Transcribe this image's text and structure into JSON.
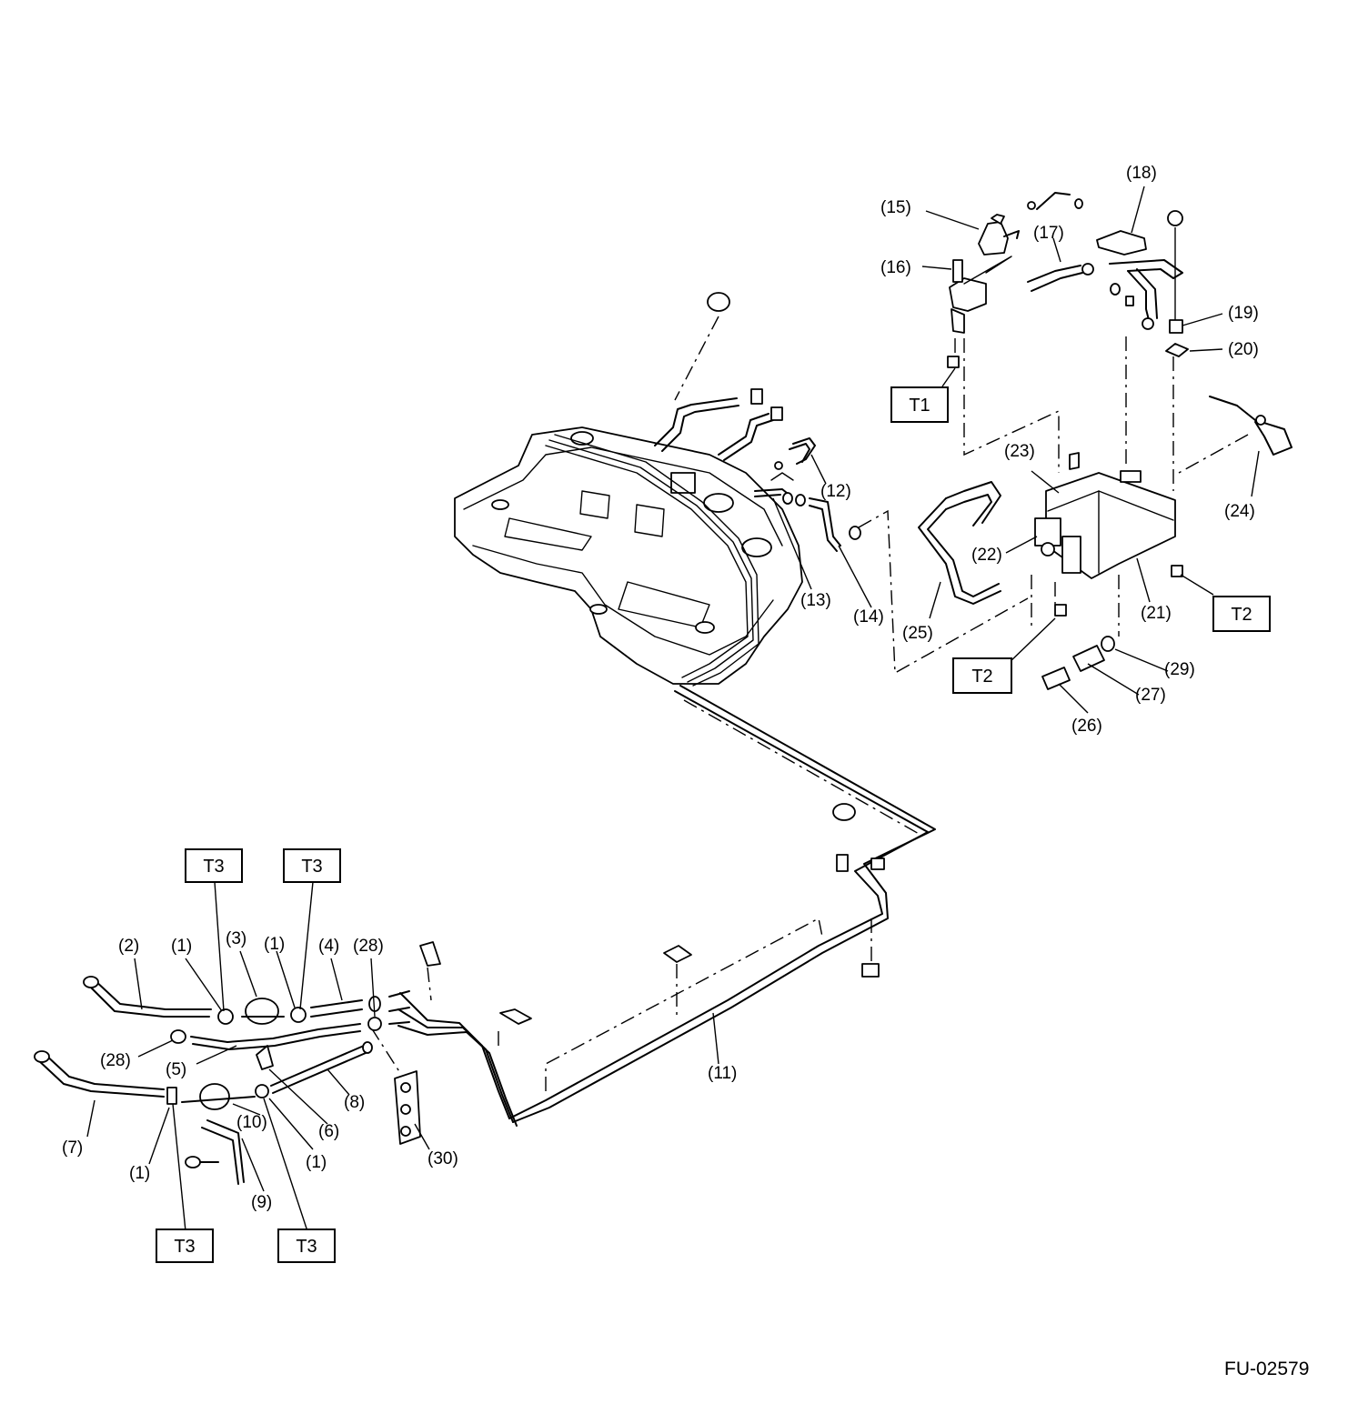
{
  "figure_id": "FU-02579",
  "callouts": [
    {
      "id": "c15",
      "text": "(15)"
    },
    {
      "id": "c16",
      "text": "(16)"
    },
    {
      "id": "c17",
      "text": "(17)"
    },
    {
      "id": "c18",
      "text": "(18)"
    },
    {
      "id": "c19",
      "text": "(19)"
    },
    {
      "id": "c20",
      "text": "(20)"
    },
    {
      "id": "c12",
      "text": "(12)"
    },
    {
      "id": "c13",
      "text": "(13)"
    },
    {
      "id": "c14",
      "text": "(14)"
    },
    {
      "id": "c23",
      "text": "(23)"
    },
    {
      "id": "c22",
      "text": "(22)"
    },
    {
      "id": "c24",
      "text": "(24)"
    },
    {
      "id": "c21",
      "text": "(21)"
    },
    {
      "id": "c25",
      "text": "(25)"
    },
    {
      "id": "c29",
      "text": "(29)"
    },
    {
      "id": "c27",
      "text": "(27)"
    },
    {
      "id": "c26",
      "text": "(26)"
    },
    {
      "id": "c2",
      "text": "(2)"
    },
    {
      "id": "c1a",
      "text": "(1)"
    },
    {
      "id": "c3",
      "text": "(3)"
    },
    {
      "id": "c1b",
      "text": "(1)"
    },
    {
      "id": "c4",
      "text": "(4)"
    },
    {
      "id": "c28a",
      "text": "(28)"
    },
    {
      "id": "c28b",
      "text": "(28)"
    },
    {
      "id": "c5",
      "text": "(5)"
    },
    {
      "id": "c11",
      "text": "(11)"
    },
    {
      "id": "c8",
      "text": "(8)"
    },
    {
      "id": "c10",
      "text": "(10)"
    },
    {
      "id": "c6",
      "text": "(6)"
    },
    {
      "id": "c7",
      "text": "(7)"
    },
    {
      "id": "c1c",
      "text": "(1)"
    },
    {
      "id": "c1d",
      "text": "(1)"
    },
    {
      "id": "c30",
      "text": "(30)"
    },
    {
      "id": "c9",
      "text": "(9)"
    }
  ],
  "torque_labels": [
    {
      "id": "t1",
      "text": "T1"
    },
    {
      "id": "t2a",
      "text": "T2"
    },
    {
      "id": "t2b",
      "text": "T2"
    },
    {
      "id": "t3a",
      "text": "T3"
    },
    {
      "id": "t3b",
      "text": "T3"
    },
    {
      "id": "t3c",
      "text": "T3"
    },
    {
      "id": "t3d",
      "text": "T3"
    }
  ]
}
